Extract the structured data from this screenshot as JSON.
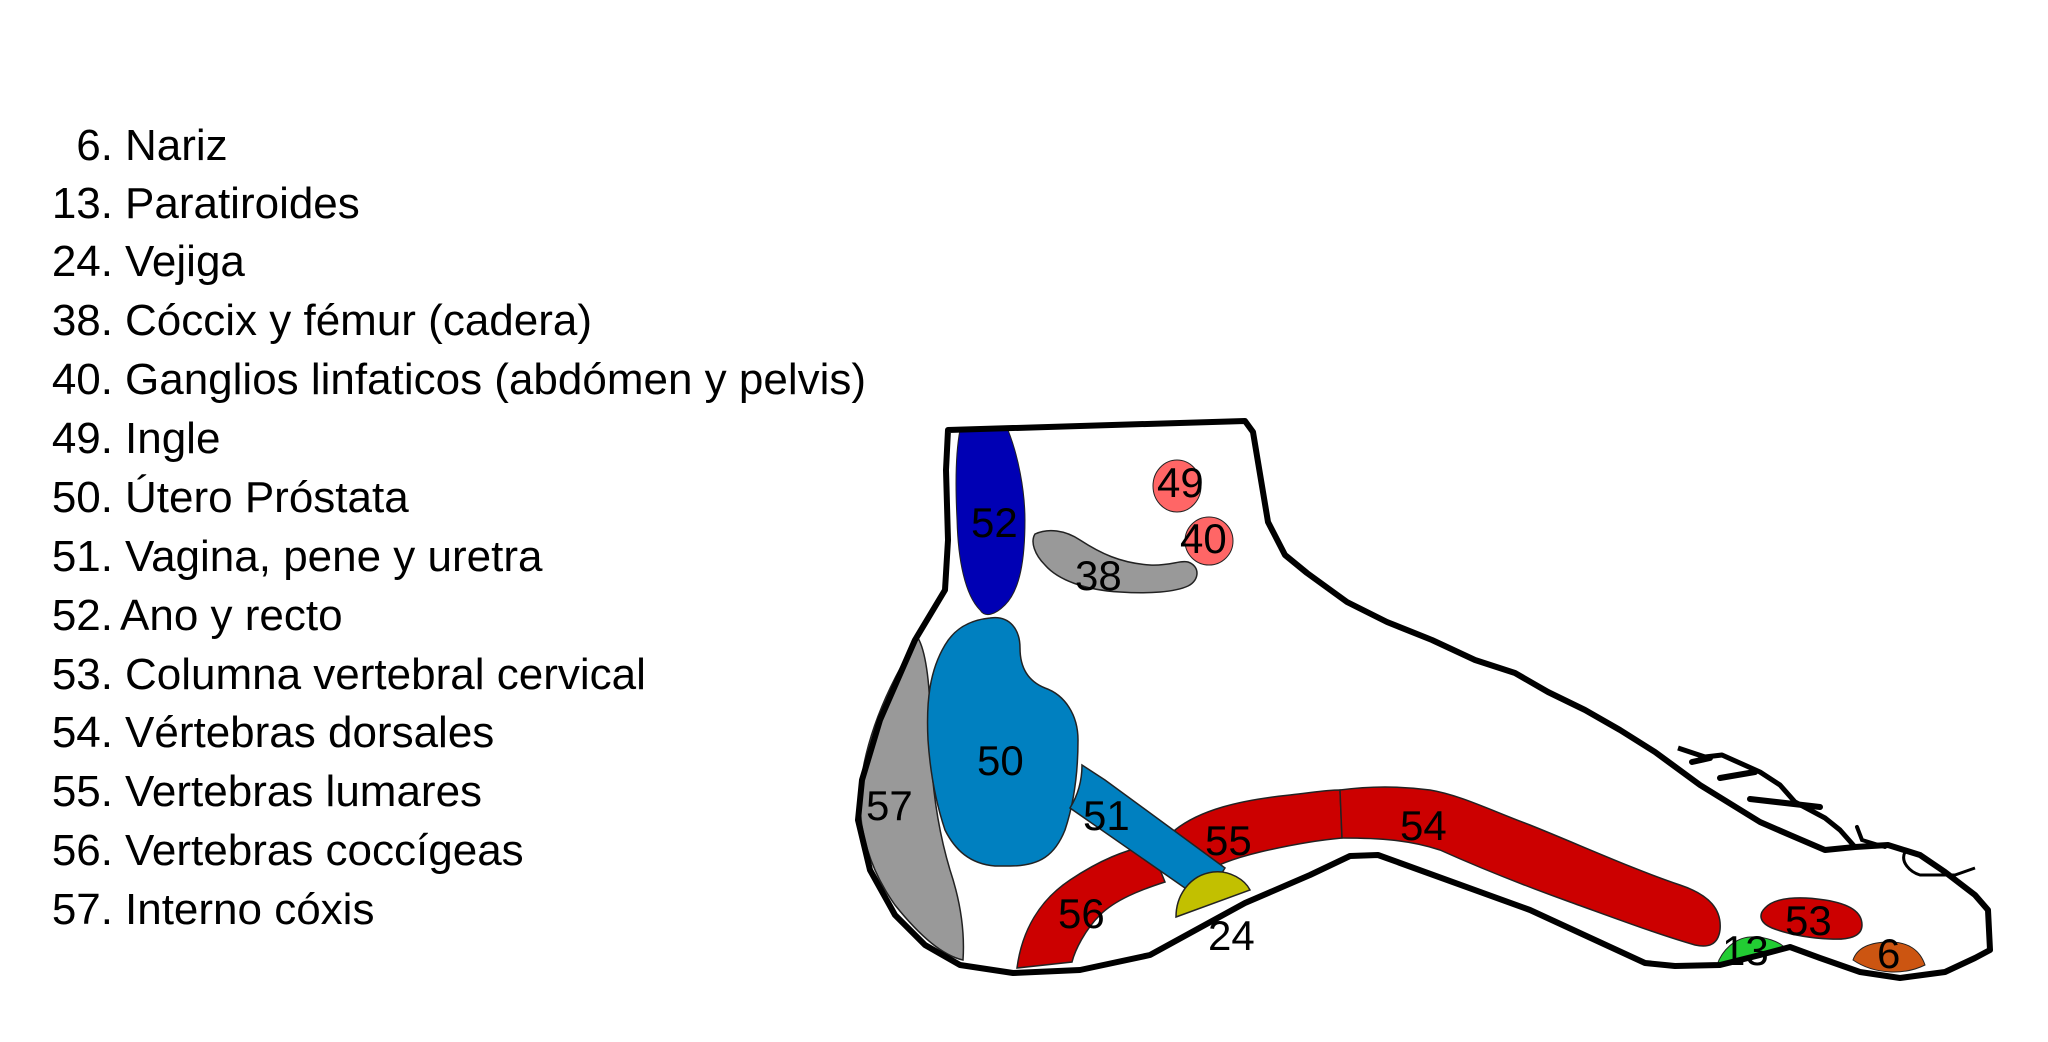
{
  "legend": [
    {
      "number": "6.",
      "label": "Nariz"
    },
    {
      "number": "13.",
      "label": "Paratiroides"
    },
    {
      "number": "24.",
      "label": "Vejiga"
    },
    {
      "number": "38.",
      "label": "Cóccix y fémur (cadera)"
    },
    {
      "number": "40.",
      "label": "Ganglios linfaticos (abdómen y pelvis)"
    },
    {
      "number": "49.",
      "label": "Ingle"
    },
    {
      "number": "50.",
      "label": "Útero Próstata"
    },
    {
      "number": "51.",
      "label": "Vagina, pene y uretra"
    },
    {
      "number": "52.",
      "label": "Ano y recto"
    },
    {
      "number": "53.",
      "label": "Columna vertebral cervical"
    },
    {
      "number": "54.",
      "label": "Vértebras dorsales"
    },
    {
      "number": "55.",
      "label": "Vertebras lumares"
    },
    {
      "number": "56.",
      "label": "Vertebras coccígeas"
    },
    {
      "number": "57.",
      "label": "Interno cóxis"
    }
  ],
  "zones": {
    "z6": {
      "label": "6",
      "color": "#cc5511"
    },
    "z13": {
      "label": "13",
      "color": "#22cc33"
    },
    "z24": {
      "label": "24",
      "color": "#c2c000"
    },
    "z38": {
      "label": "38",
      "color": "#999999"
    },
    "z40": {
      "label": "40",
      "color": "#ff6666"
    },
    "z49": {
      "label": "49",
      "color": "#ff6666"
    },
    "z50": {
      "label": "50",
      "color": "#0080c0"
    },
    "z51": {
      "label": "51",
      "color": "#0080c0"
    },
    "z52": {
      "label": "52",
      "color": "#0000b4"
    },
    "z53": {
      "label": "53",
      "color": "#cc0000"
    },
    "z54": {
      "label": "54",
      "color": "#cc0000"
    },
    "z55": {
      "label": "55",
      "color": "#cc0000"
    },
    "z56": {
      "label": "56",
      "color": "#cc0000"
    },
    "z57": {
      "label": "57",
      "color": "#999999"
    }
  }
}
